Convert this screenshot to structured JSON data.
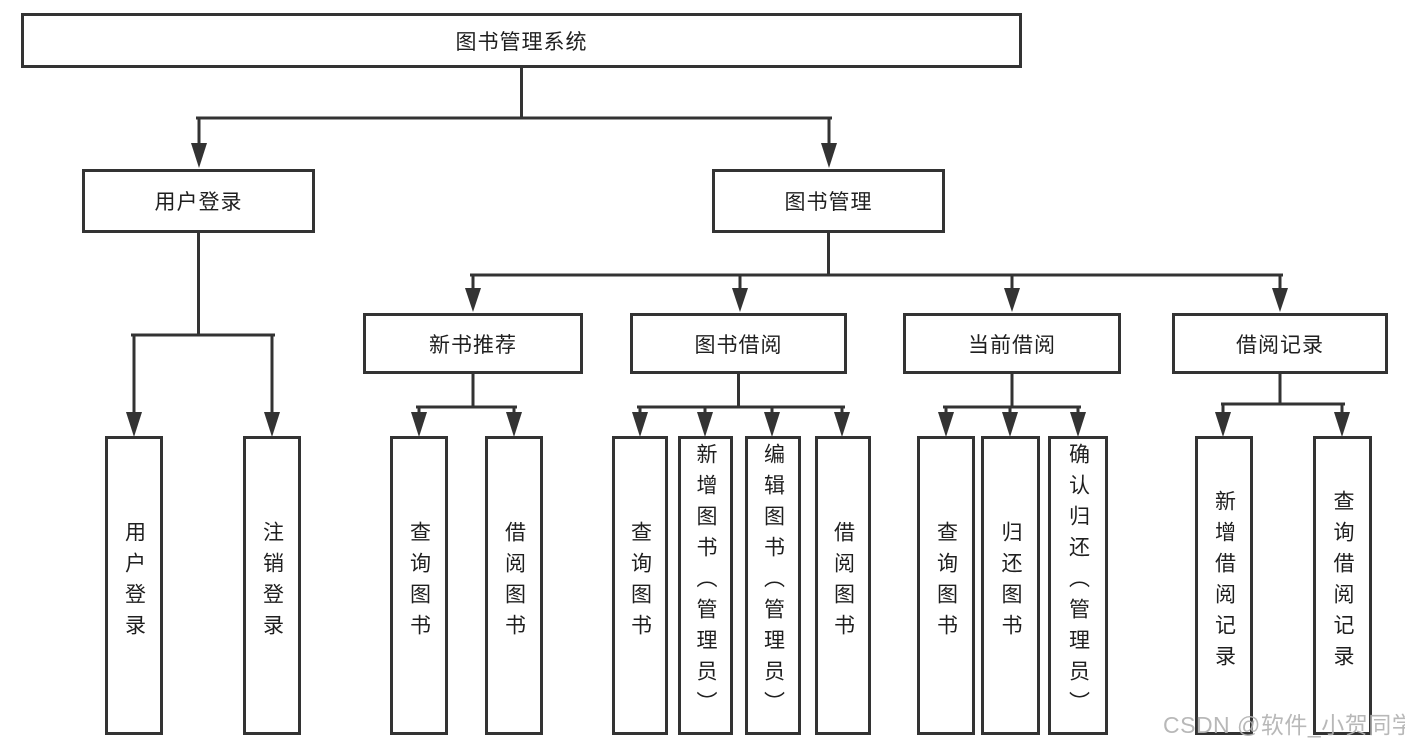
{
  "tree": {
    "root": "图书管理系统",
    "branches": [
      {
        "label": "用户登录",
        "leaves": [
          "用户登录",
          "注销登录"
        ]
      },
      {
        "label": "图书管理",
        "groups": [
          {
            "label": "新书推荐",
            "leaves": [
              "查询图书",
              "借阅图书"
            ]
          },
          {
            "label": "图书借阅",
            "leaves": [
              "查询图书",
              "新增图书（管理员）",
              "编辑图书（管理员）",
              "借阅图书"
            ]
          },
          {
            "label": "当前借阅",
            "leaves": [
              "查询图书",
              "归还图书",
              "确认归还（管理员）"
            ]
          },
          {
            "label": "借阅记录",
            "leaves": [
              "新增借阅记录",
              "查询借阅记录"
            ]
          }
        ]
      }
    ]
  },
  "watermark": {
    "text": "CSDN @软件_小贺同学"
  },
  "colors": {
    "line": "#333333",
    "text": "#1f1f1f",
    "background": "#ffffff",
    "watermark": "#b3b3b3"
  }
}
